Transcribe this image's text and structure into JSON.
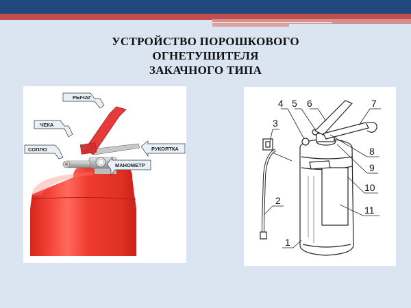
{
  "slide": {
    "title_lines": [
      "УСТРОЙСТВО ПОРОШКОВОГО",
      "ОГНЕТУШИТЕЛЯ",
      "ЗАКАЧНОГО ТИПА"
    ],
    "colors": {
      "header": "#1f497d",
      "accent": "#c0504d",
      "background": "#dbe4f1",
      "extinguisher": "#e8342a"
    }
  },
  "left_figure": {
    "labels": {
      "lever": "РЫЧАГ",
      "pin": "ЧЕКА",
      "nozzle": "СОПЛО",
      "handle": "РУКОЯТКА",
      "gauge": "МАНОМЕТР"
    }
  },
  "right_figure": {
    "callouts": [
      "1",
      "2",
      "3",
      "4",
      "5",
      "6",
      "7",
      "8",
      "9",
      "10",
      "11"
    ]
  }
}
